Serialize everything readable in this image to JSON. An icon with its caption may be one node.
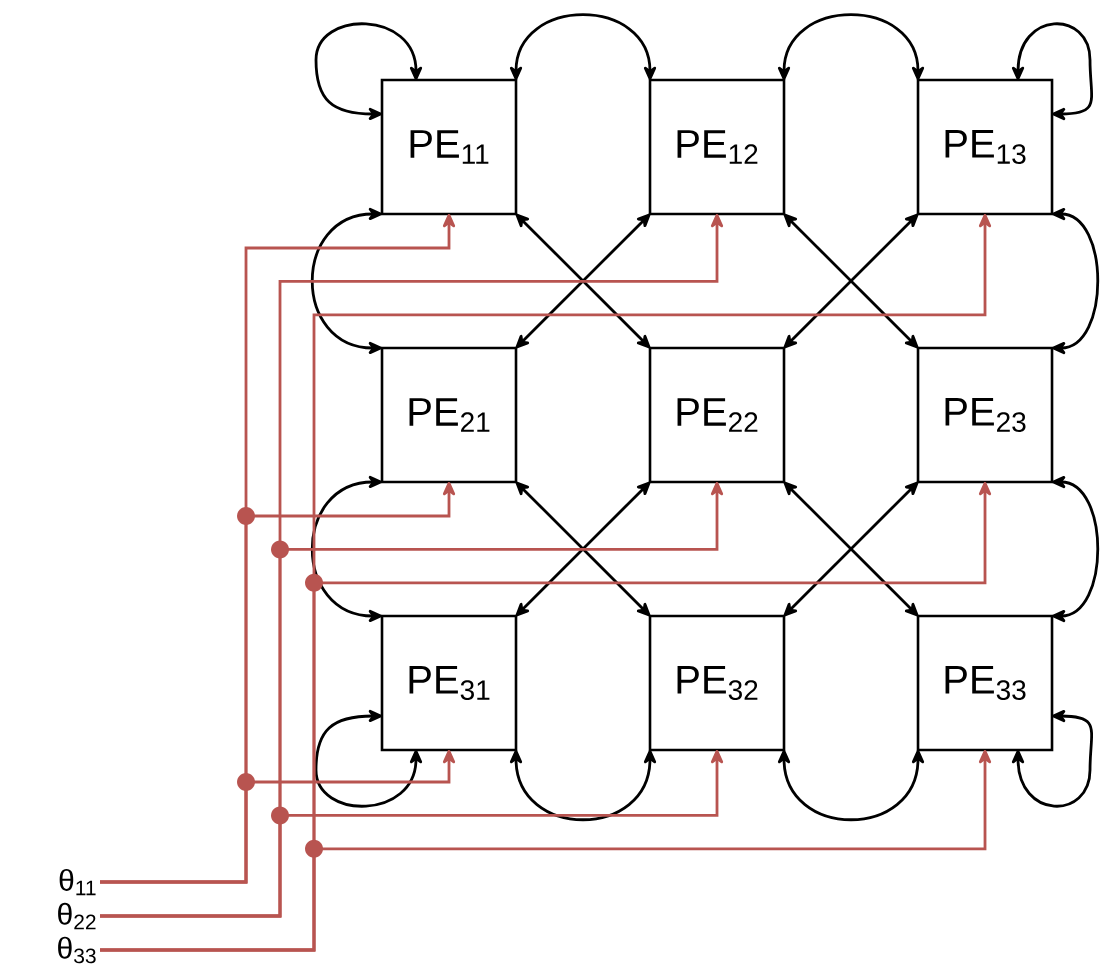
{
  "diagram": {
    "nodes": [
      {
        "text": [
          "PE$_{11}$"
        ]
      },
      {
        "text": [
          "PE$_{12}$"
        ]
      },
      {
        "text": [
          "PE$_{13}$"
        ]
      },
      {
        "text": [
          "PE$_{21}$"
        ]
      },
      {
        "text": [
          "PE$_{22}$"
        ]
      },
      {
        "text": [
          "PE$_{23}$"
        ]
      },
      {
        "text": [
          "PE$_{31}$"
        ]
      },
      {
        "text": [
          "PE$_{32}$"
        ]
      },
      {
        "text": [
          "PE$_{33}$"
        ]
      },
      {
        "text": [
          "θ$_{11}$"
        ]
      },
      {
        "text": [
          "θ$_{22}$"
        ]
      },
      {
        "text": [
          "θ$_{33}$"
        ]
      }
    ],
    "edges": [
      {
        "from": 0,
        "to": 0,
        "arrow": "both"
      },
      {
        "from": 0,
        "to": 1,
        "arrow": "both"
      },
      {
        "from": 1,
        "to": 2,
        "arrow": "both"
      },
      {
        "from": 2,
        "to": 2,
        "arrow": "both"
      },
      {
        "from": 0,
        "to": 3,
        "arrow": "both"
      },
      {
        "from": 2,
        "to": 5,
        "arrow": "both"
      },
      {
        "from": 0,
        "to": 4,
        "arrow": "both"
      },
      {
        "from": 1,
        "to": 3,
        "arrow": "both"
      },
      {
        "from": 1,
        "to": 5,
        "arrow": "both"
      },
      {
        "from": 2,
        "to": 4,
        "arrow": "both"
      },
      {
        "from": 3,
        "to": 6,
        "arrow": "both"
      },
      {
        "from": 5,
        "to": 8,
        "arrow": "both"
      },
      {
        "from": 3,
        "to": 7,
        "arrow": "both"
      },
      {
        "from": 4,
        "to": 6,
        "arrow": "both"
      },
      {
        "from": 4,
        "to": 8,
        "arrow": "both"
      },
      {
        "from": 5,
        "to": 7,
        "arrow": "both"
      },
      {
        "from": 6,
        "to": 6,
        "arrow": "both"
      },
      {
        "from": 6,
        "to": 7,
        "arrow": "both"
      },
      {
        "from": 7,
        "to": 8,
        "arrow": "both"
      },
      {
        "from": 8,
        "to": 8,
        "arrow": "both"
      },
      {
        "from": 9,
        "to": 0,
        "arrow": "to",
        "color": "#b85450"
      },
      {
        "from": 10,
        "to": 1,
        "arrow": "to",
        "color": "#b85450"
      },
      {
        "from": 11,
        "to": 2,
        "arrow": "to",
        "color": "#b85450"
      },
      {
        "from": 9,
        "to": 3,
        "arrow": "to",
        "color": "#b85450"
      },
      {
        "from": 10,
        "to": 4,
        "arrow": "to",
        "color": "#b85450"
      },
      {
        "from": 11,
        "to": 5,
        "arrow": "to",
        "color": "#b85450"
      },
      {
        "from": 9,
        "to": 6,
        "arrow": "to",
        "color": "#b85450"
      },
      {
        "from": 10,
        "to": 7,
        "arrow": "to",
        "color": "#b85450"
      },
      {
        "from": 11,
        "to": 8,
        "arrow": "to",
        "color": "#b85450"
      }
    ]
  }
}
